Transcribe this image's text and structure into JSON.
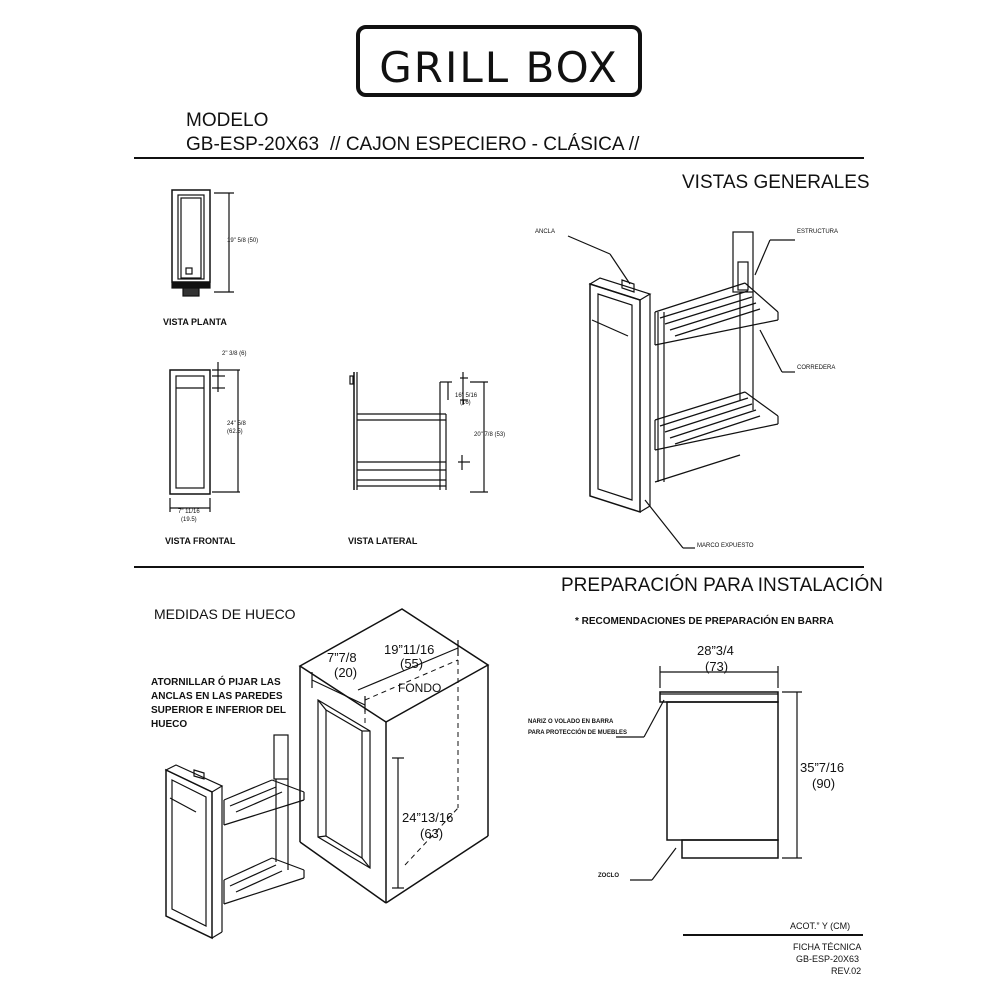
{
  "logo": {
    "text": "GRILL BOX"
  },
  "header": {
    "model_label": "MODELO",
    "model_code": "GB-ESP-20X63",
    "model_desc": "// CAJON ESPECIERO - CLÁSICA //"
  },
  "section_views": {
    "title": "VISTAS GENERALES",
    "vista_planta": "VISTA PLANTA",
    "vista_frontal": "VISTA FRONTAL",
    "vista_lateral": "VISTA LATERAL",
    "dim_planta_height": "19\" 5/8 (50)",
    "dim_frontal_top": "2\" 3/8 (6)",
    "dim_frontal_height": "24\" 5/8",
    "dim_frontal_height_cm": "(62.5)",
    "dim_frontal_width": "7\" 11/16",
    "dim_frontal_width_cm": "(19.5)",
    "dim_lateral_small": "16\" 5/16",
    "dim_lateral_small_cm": "(16)",
    "dim_lateral_height": "20\" 7/8 (53)",
    "label_ancla": "ANCLA",
    "label_estructura": "ESTRUCTURA",
    "label_corredera": "CORREDERA",
    "label_marco": "MARCO EXPUESTO"
  },
  "section_install": {
    "title": "PREPARACIÓN PARA INSTALACIÓN",
    "medidas_title": "MEDIDAS DE HUECO",
    "instructions": [
      "ATORNILLAR Ó PIJAR  LAS",
      "ANCLAS EN LAS PAREDES",
      "SUPERIOR E INFERIOR DEL",
      "HUECO"
    ],
    "hueco_width": "7”7/8",
    "hueco_width_cm": "(20)",
    "hueco_depth": "19”11/16",
    "hueco_depth_cm": "(55)",
    "fondo": "FONDO",
    "hueco_height": "24”13/16",
    "hueco_height_cm": "(63)",
    "recommendation": "* RECOMENDACIONES DE PREPARACIÓN EN BARRA",
    "barra_width": "28”3/4",
    "barra_width_cm": "(73)",
    "barra_height": "35”7/16",
    "barra_height_cm": "(90)",
    "nariz_line1": "NARIZ O VOLADO EN BARRA",
    "nariz_line2": "PARA PROTECCIÓN DE MUEBLES",
    "zoclo": "ZOCLO"
  },
  "footer": {
    "units": "ACOT.” Y (CM)",
    "sheet": "FICHA TÉCNICA",
    "code": "GB-ESP-20X63",
    "rev": "REV.02"
  }
}
